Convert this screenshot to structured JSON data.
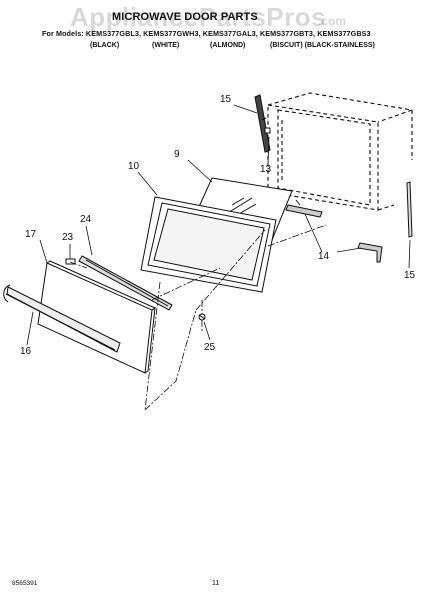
{
  "header": {
    "watermark": "AppliancePartsPros",
    "watermark_domain": ".com",
    "title": "MICROWAVE DOOR PARTS",
    "models_line": "For Models: KEMS377GBL3, KEMS377GWH3, KEMS377GAL3, KEMS377GBT3, KEMS377GBS3",
    "colors": [
      "(BLACK)",
      "(WHITE)",
      "(ALMOND)",
      "(BISCUIT) (BLACK-STAINLESS)"
    ]
  },
  "callouts": {
    "p9": "9",
    "p10": "10",
    "p13": "13",
    "p14": "14",
    "p15a": "15",
    "p15b": "15",
    "p16": "16",
    "p17": "17",
    "p23": "23",
    "p24": "24",
    "p25": "25"
  },
  "footer": {
    "code": "8565391",
    "page": "11"
  }
}
